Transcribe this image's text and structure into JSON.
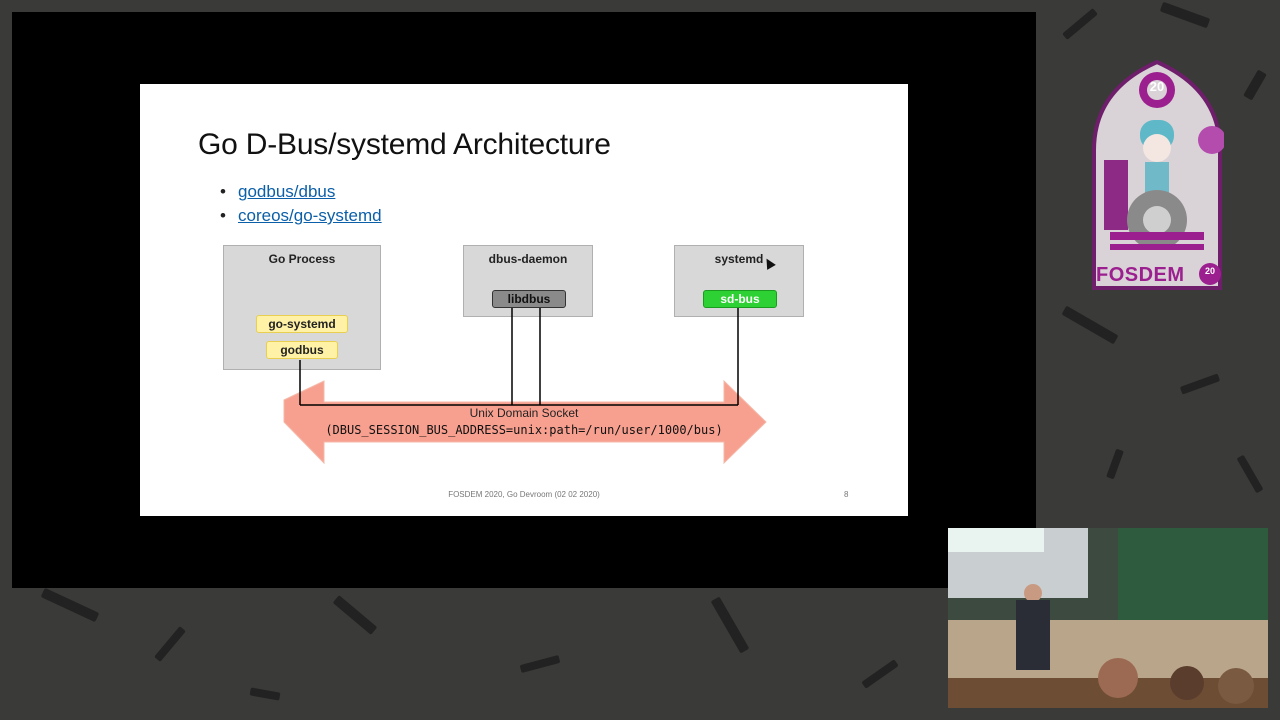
{
  "slide": {
    "title": "Go D-Bus/systemd Architecture",
    "links": [
      "godbus/dbus",
      "coreos/go-systemd"
    ],
    "boxes": {
      "go_process": {
        "title": "Go Process",
        "chips": [
          "go-systemd",
          "godbus"
        ]
      },
      "dbus_daemon": {
        "title": "dbus-daemon",
        "chip": "libdbus"
      },
      "systemd": {
        "title": "systemd",
        "chip": "sd-bus"
      }
    },
    "arrow": {
      "line1": "Unix Domain Socket",
      "line2": "(DBUS_SESSION_BUS_ADDRESS=unix:path=/run/user/1000/bus)"
    },
    "footer": "FOSDEM 2020, Go Devroom (02 02 2020)",
    "page_number": "8"
  },
  "logo": {
    "text": "FOSDEM",
    "badge_top": "20",
    "badge_small": "20"
  },
  "colors": {
    "link": "#0b5fa8",
    "arrow_fill": "#f8a090",
    "chip_yellow": "#fff1a6",
    "chip_green": "#2ed133",
    "brand": "#9b1f8f"
  }
}
